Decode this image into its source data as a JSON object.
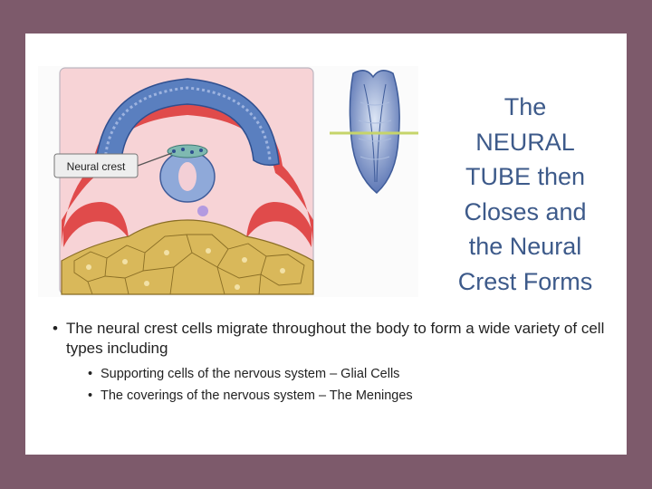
{
  "figure": {
    "callout_label": "Neural crest"
  },
  "title": {
    "lines": [
      "The",
      "NEURAL",
      "TUBE then",
      "Closes and",
      "the Neural",
      "Crest Forms"
    ]
  },
  "bullets": {
    "main": "The neural crest cells migrate throughout the body to form a wide variety of cell types including",
    "sub": [
      "Supporting cells of the nervous system – Glial Cells",
      "The coverings of the nervous system – The Meninges"
    ]
  },
  "colors": {
    "frame": "#7d5a6b",
    "title_text": "#3d5a8a"
  }
}
